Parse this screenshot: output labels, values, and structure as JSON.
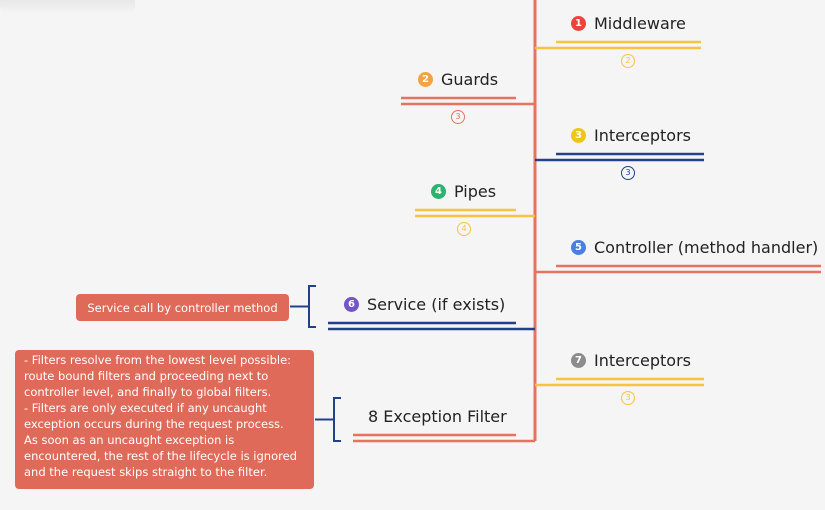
{
  "diagram": {
    "nodes": [
      {
        "id": "middleware",
        "number": "1",
        "label": "Middleware",
        "number_color": "#e8453c",
        "line_color": "#f6c343",
        "badge": "2"
      },
      {
        "id": "guards",
        "number": "2",
        "label": "Guards",
        "number_color": "#f2a344",
        "line_color": "#e57360",
        "badge": "3"
      },
      {
        "id": "interceptors-pre",
        "number": "3",
        "label": "Interceptors",
        "number_color": "#f0c419",
        "line_color": "#22418a",
        "badge": "3"
      },
      {
        "id": "pipes",
        "number": "4",
        "label": "Pipes",
        "number_color": "#2bb36f",
        "line_color": "#f6c343",
        "badge": "4"
      },
      {
        "id": "controller",
        "number": "5",
        "label": "Controller (method handler)",
        "number_color": "#4a7fe0",
        "line_color": "#e57360"
      },
      {
        "id": "service",
        "number": "6",
        "label": "Service (if exists)",
        "number_color": "#7455c8",
        "line_color": "#22418a"
      },
      {
        "id": "interceptors-post",
        "number": "7",
        "label": "Interceptors",
        "number_color": "#8c8c8c",
        "line_color": "#f6c343",
        "badge": "3"
      },
      {
        "id": "exception-filter",
        "label": "8 Exception Filter",
        "line_color": "#e57360"
      }
    ],
    "notes": {
      "service_note": "Service call by controller method",
      "filters_note": [
        "- Filters resolve from the lowest level possible:",
        "route bound filters and proceeding next to",
        "controller level, and finally to global filters.",
        "- Filters are only executed if any uncaught",
        "exception occurs during the request process.",
        "As soon as an uncaught exception is",
        "encountered, the rest of the lifecycle is ignored",
        "and the request skips straight to the filter."
      ]
    },
    "colors": {
      "spine": "#e57360",
      "note_bg": "#e06a5a",
      "bracket": "#22418a"
    }
  }
}
